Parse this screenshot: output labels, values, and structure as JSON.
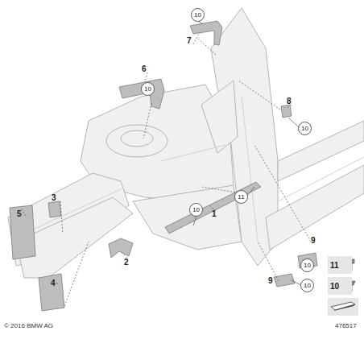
{
  "diagram": {
    "nodes": [
      {
        "text": [
          "10"
        ]
      },
      {
        "text": [
          "10"
        ]
      },
      {
        "text": [
          "10"
        ]
      },
      {
        "text": [
          "11"
        ]
      },
      {
        "text": [
          "10"
        ]
      },
      {
        "text": [
          "10"
        ]
      },
      {
        "text": [
          "10"
        ]
      },
      {
        "text": [
          "11"
        ]
      },
      {
        "text": [
          "10"
        ]
      }
    ],
    "labels": [
      "6",
      "7",
      "8",
      "3",
      "5",
      "1",
      "2",
      "9",
      "9",
      "4",
      "© 2016 BMW AG",
      "476517"
    ]
  }
}
